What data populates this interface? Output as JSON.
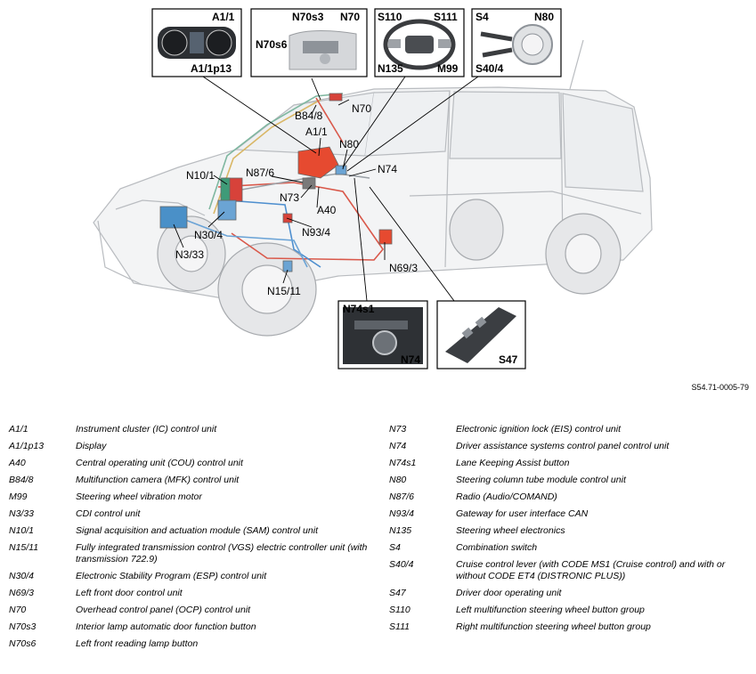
{
  "figure": {
    "code": "S54.71-0005-79",
    "callouts": [
      "A1/1",
      "N80",
      "N74",
      "B84/8",
      "N70",
      "N87/6",
      "N73",
      "A40",
      "N10/1",
      "N30/4",
      "N3/33",
      "N93/4",
      "N69/3",
      "N15/11"
    ],
    "insets": {
      "cluster": [
        "A1/1",
        "A1/1p13"
      ],
      "overhead": [
        "N70s3",
        "N70",
        "N70s6"
      ],
      "wheel": [
        "S110",
        "S111",
        "N135",
        "M99"
      ],
      "switch": [
        "S4",
        "N80",
        "S40/4"
      ],
      "panel": [
        "N74s1",
        "N74"
      ],
      "door": [
        "S47"
      ]
    }
  },
  "legend": {
    "left": [
      {
        "code": "A1/1",
        "desc": "Instrument cluster (IC) control unit"
      },
      {
        "code": "A1/1p13",
        "desc": "Display"
      },
      {
        "code": "A40",
        "desc": "Central operating unit (COU) control unit"
      },
      {
        "code": "B84/8",
        "desc": "Multifunction camera (MFK) control unit"
      },
      {
        "code": "M99",
        "desc": "Steering wheel vibration motor"
      },
      {
        "code": "N3/33",
        "desc": "CDI control unit"
      },
      {
        "code": "N10/1",
        "desc": "Signal acquisition and actuation module (SAM) control unit"
      },
      {
        "code": "N15/11",
        "desc": "Fully integrated transmission control (VGS) electric controller unit (with transmission 722.9)"
      },
      {
        "code": "N30/4",
        "desc": "Electronic Stability Program (ESP) control unit"
      },
      {
        "code": "N69/3",
        "desc": "Left front door control unit"
      },
      {
        "code": "N70",
        "desc": "Overhead control panel (OCP) control unit"
      },
      {
        "code": "N70s3",
        "desc": "Interior lamp automatic door function button"
      },
      {
        "code": "N70s6",
        "desc": "Left front reading lamp button"
      }
    ],
    "right": [
      {
        "code": "N73",
        "desc": "Electronic ignition lock (EIS) control unit"
      },
      {
        "code": "N74",
        "desc": "Driver assistance systems control panel control unit"
      },
      {
        "code": "N74s1",
        "desc": "Lane Keeping Assist button"
      },
      {
        "code": "N80",
        "desc": "Steering column tube module control unit"
      },
      {
        "code": "N87/6",
        "desc": "Radio (Audio/COMAND)"
      },
      {
        "code": "N93/4",
        "desc": "Gateway for user interface CAN"
      },
      {
        "code": "N135",
        "desc": "Steering wheel electronics"
      },
      {
        "code": "S4",
        "desc": "Combination switch"
      },
      {
        "code": "S40/4",
        "desc": "Cruise control lever (with CODE MS1 (Cruise control) and with or without CODE ET4 (DISTRONIC PLUS))"
      },
      {
        "code": "S47",
        "desc": "Driver door operating unit"
      },
      {
        "code": "S110",
        "desc": "Left multifunction steering wheel button group"
      },
      {
        "code": "S111",
        "desc": "Right multifunction steering wheel button group"
      }
    ]
  }
}
